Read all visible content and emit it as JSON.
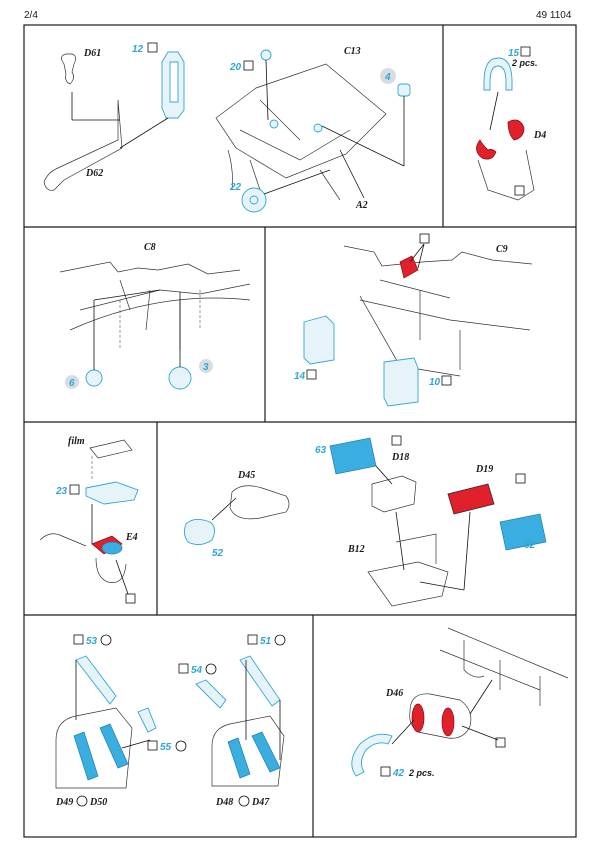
{
  "header": {
    "page": "2/4",
    "code": "49 1104"
  },
  "colors": {
    "photo_etch": "#2fa7d4",
    "painted": "#e0202a",
    "outline": "#1a1a1a",
    "number_bubble": "#d9dde2"
  },
  "symbols": {
    "fold": "fold-symbol-icon",
    "bend_half": "half-square-icon",
    "round": "round-bend-icon"
  },
  "panel1": {
    "d61": "D61",
    "d62": "D62",
    "p12": "12",
    "p20": "20",
    "c13": "C13",
    "p4": "4",
    "p22": "22",
    "a2": "A2"
  },
  "panel2": {
    "p15": "15",
    "pcs": "2 pcs.",
    "d4": "D4"
  },
  "panel3": {
    "c8": "C8",
    "p6": "6",
    "p3": "3"
  },
  "panel4": {
    "c9": "C9",
    "p14": "14",
    "p10": "10"
  },
  "panel5": {
    "film": "film",
    "p23": "23",
    "e4": "E4"
  },
  "panel6": {
    "p63": "63",
    "d18": "D18",
    "d19": "D19",
    "d45": "D45",
    "p52": "52",
    "b12": "B12",
    "p62": "62"
  },
  "panel7": {
    "p53": "53",
    "p54": "54",
    "p51": "51",
    "p55": "55",
    "d49": "D49",
    "d50": "D50",
    "d48": "D48",
    "d47": "D47"
  },
  "panel8": {
    "d46": "D46",
    "p42": "42",
    "pcs": "2 pcs."
  }
}
